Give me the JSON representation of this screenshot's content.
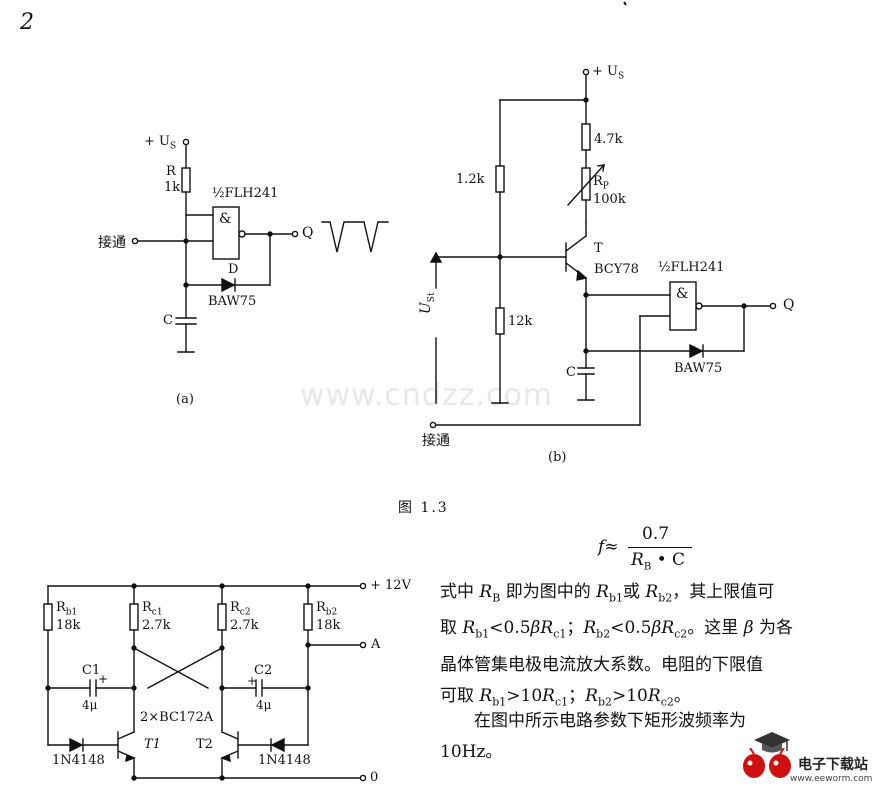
{
  "page_number": "2",
  "figure_caption": "图 1.3",
  "circuit_a": {
    "label": "(a)",
    "supply": "+ U",
    "supply_sub": "S",
    "resistor_name": "R",
    "resistor_value": "1k",
    "gate_name": "½FLH241",
    "gate_symbol": "&",
    "input_label": "接通",
    "output_label": "Q",
    "diode_name": "D",
    "diode_type": "BAW75",
    "capacitor": "C"
  },
  "circuit_b": {
    "label": "(b)",
    "supply": "+ U",
    "supply_sub": "S",
    "r1": "1.2k",
    "r2": "12k",
    "r3": "4.7k",
    "rp_name": "R",
    "rp_sub": "P",
    "rp_value": "100k",
    "transistor_name": "T",
    "transistor_type": "BCY78",
    "gate_name": "½FLH241",
    "gate_symbol": "&",
    "input_voltage": "U",
    "input_voltage_sub": "St",
    "output_label": "Q",
    "diode_type": "BAW75",
    "capacitor": "C",
    "input_label": "接通"
  },
  "circuit_c": {
    "supply": "+ 12V",
    "rb1": "R",
    "rb1_sub": "b1",
    "rb1_value": "18k",
    "rc1": "R",
    "rc1_sub": "c1",
    "rc1_value": "2.7k",
    "rc2": "R",
    "rc2_sub": "c2",
    "rc2_value": "2.7k",
    "rb2": "R",
    "rb2_sub": "b2",
    "rb2_value": "18k",
    "c1_name": "C1",
    "c1_value": "4μ",
    "c2_name": "C2",
    "c2_value": "4μ",
    "transistors": "2×BC172A",
    "t1": "T1",
    "t2": "T2",
    "diode_left": "1N4148",
    "diode_right": "1N4148",
    "output_a": "A",
    "ground": "0"
  },
  "formula": {
    "lhs": "f≈",
    "numerator": "0.7",
    "denominator": "R",
    "denominator_sub": "B",
    "denominator_tail": " • C"
  },
  "paragraph1": {
    "l1_a": "式中 ",
    "l1_rb": "R",
    "l1_rb_sub": "B",
    "l1_b": " 即为图中的 ",
    "l1_rb1": "R",
    "l1_rb1_sub": "b1",
    "l1_c": "或 ",
    "l1_rb2": "R",
    "l1_rb2_sub": "b2",
    "l1_d": "，其上限值可",
    "l2_a": "取 ",
    "l2_r1": "R",
    "l2_r1_sub": "b1",
    "l2_b": "<0.5",
    "l2_beta1": "β",
    "l2_rc1": "R",
    "l2_rc1_sub": "c1",
    "l2_c": "；",
    "l2_r2": "R",
    "l2_r2_sub": "b2",
    "l2_d": "<0.5",
    "l2_beta2": "β",
    "l2_rc2": "R",
    "l2_rc2_sub": "c2",
    "l2_e": "。这里 ",
    "l2_beta3": "β",
    "l2_f": " 为各",
    "l3": "晶体管集电极电流放大系数。电阻的下限值",
    "l4_a": "可取 ",
    "l4_r1": "R",
    "l4_r1_sub": "b1",
    "l4_b": ">10",
    "l4_rc1": "R",
    "l4_rc1_sub": "c1",
    "l4_c": "；",
    "l4_r2": "R",
    "l4_r2_sub": "b2",
    "l4_d": ">10",
    "l4_rc2": "R",
    "l4_rc2_sub": "c2",
    "l4_e": "。"
  },
  "paragraph2": {
    "l1": "在图中所示电路参数下矩形波频率为",
    "l2": "10Hz。"
  },
  "watermark": "www.cndzz.com",
  "logo": {
    "brand": "电子下载站",
    "url": "www.eeworm.com"
  }
}
